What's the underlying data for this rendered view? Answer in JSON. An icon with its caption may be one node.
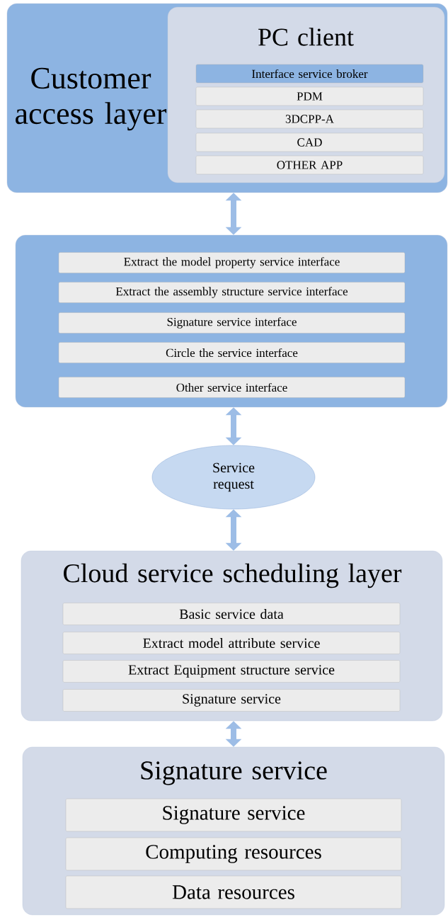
{
  "diagram": {
    "nodes": [
      {
        "text": [
          "Customer access layer"
        ]
      },
      {
        "text": [
          "PC client"
        ],
        "in": 0
      },
      {
        "text": [
          "Interface service broker"
        ],
        "in": 1
      },
      {
        "text": [
          "PDM"
        ],
        "in": 1
      },
      {
        "text": [
          "3DCPP-A"
        ],
        "in": 1
      },
      {
        "text": [
          "CAD"
        ],
        "in": 1
      },
      {
        "text": [
          "OTHER APP"
        ],
        "in": 1
      },
      {
        "text": [],
        "shape": "box"
      },
      {
        "text": [
          "Extract the model property service interface"
        ],
        "in": 7
      },
      {
        "text": [
          "Extract the assembly structure service interface"
        ],
        "in": 7
      },
      {
        "text": [
          "Signature service interface"
        ],
        "in": 7
      },
      {
        "text": [
          "Circle the service interface"
        ],
        "in": 7
      },
      {
        "text": [
          "Other service interface"
        ],
        "in": 7
      },
      {
        "text": [
          "Service request"
        ]
      },
      {
        "text": [
          "Cloud service scheduling layer"
        ]
      },
      {
        "text": [
          "Basic service data"
        ],
        "in": 14
      },
      {
        "text": [
          "Extract model attribute service"
        ],
        "in": 14
      },
      {
        "text": [
          "Extract Equipment structure service"
        ],
        "in": 14
      },
      {
        "text": [
          "Signature service"
        ],
        "in": 14
      },
      {
        "text": [
          "Signature service"
        ]
      },
      {
        "text": [
          "Signature service"
        ],
        "in": 19
      },
      {
        "text": [
          "Computing resources"
        ],
        "in": 19
      },
      {
        "text": [
          "Data resources"
        ],
        "in": 19
      }
    ],
    "edges": [
      {
        "from": 0,
        "to": 7,
        "arrow": "both"
      },
      {
        "from": 7,
        "to": 13,
        "arrow": "both"
      },
      {
        "from": 13,
        "to": 14,
        "arrow": "both"
      },
      {
        "from": 14,
        "to": 19,
        "arrow": "both"
      }
    ]
  }
}
